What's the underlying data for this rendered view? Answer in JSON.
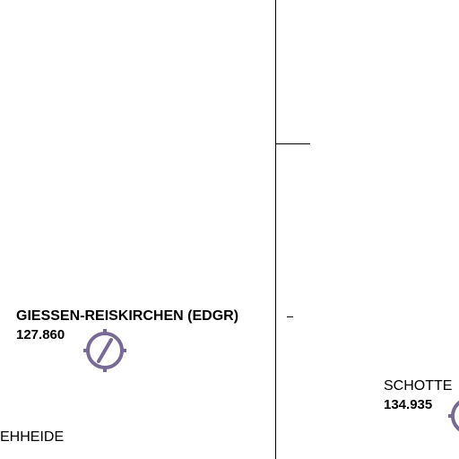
{
  "map": {
    "symbol_color": "#776a96",
    "line_color": "#000000",
    "airfields": [
      {
        "name": "GIESSEN-REISKIRCHEN (EDGR)",
        "frequency": "127.860",
        "symbol": "airfield-icon"
      },
      {
        "name": "SCHOTTE",
        "frequency": "134.935",
        "symbol": "airfield-icon"
      }
    ],
    "place_labels": [
      {
        "name": "EHHEIDE"
      }
    ]
  }
}
